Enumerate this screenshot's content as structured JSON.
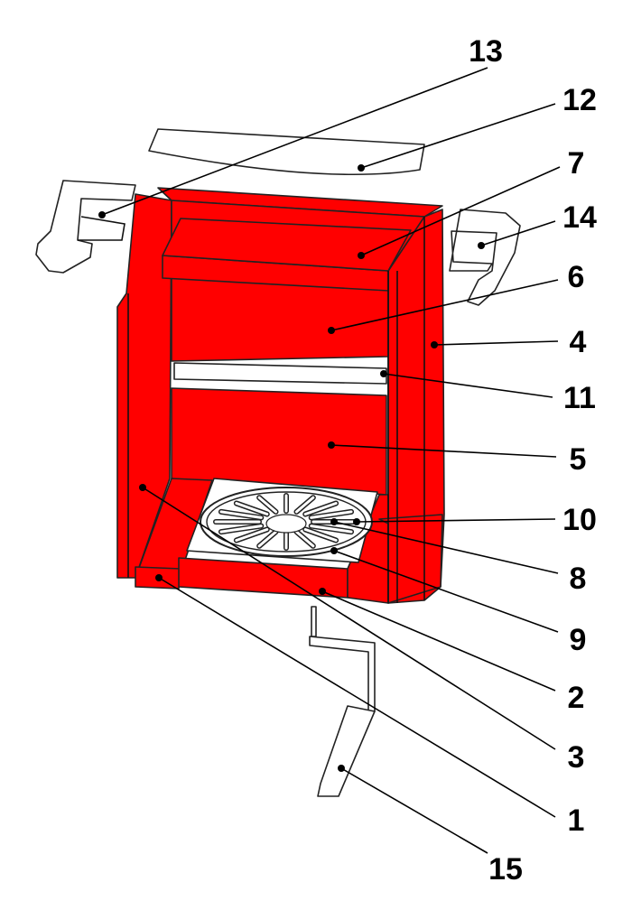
{
  "diagram": {
    "title": "Exploded view of stove firebox lining parts",
    "colors": {
      "lining": "#ff0000",
      "outline": "#222222",
      "background": "#ffffff"
    },
    "part_labels": {
      "p1": "1",
      "p2": "2",
      "p3": "3",
      "p4": "4",
      "p5": "5",
      "p6": "6",
      "p7": "7",
      "p8": "8",
      "p9": "9",
      "p10": "10",
      "p11": "11",
      "p12": "12",
      "p13": "13",
      "p14": "14",
      "p15": "15"
    }
  }
}
